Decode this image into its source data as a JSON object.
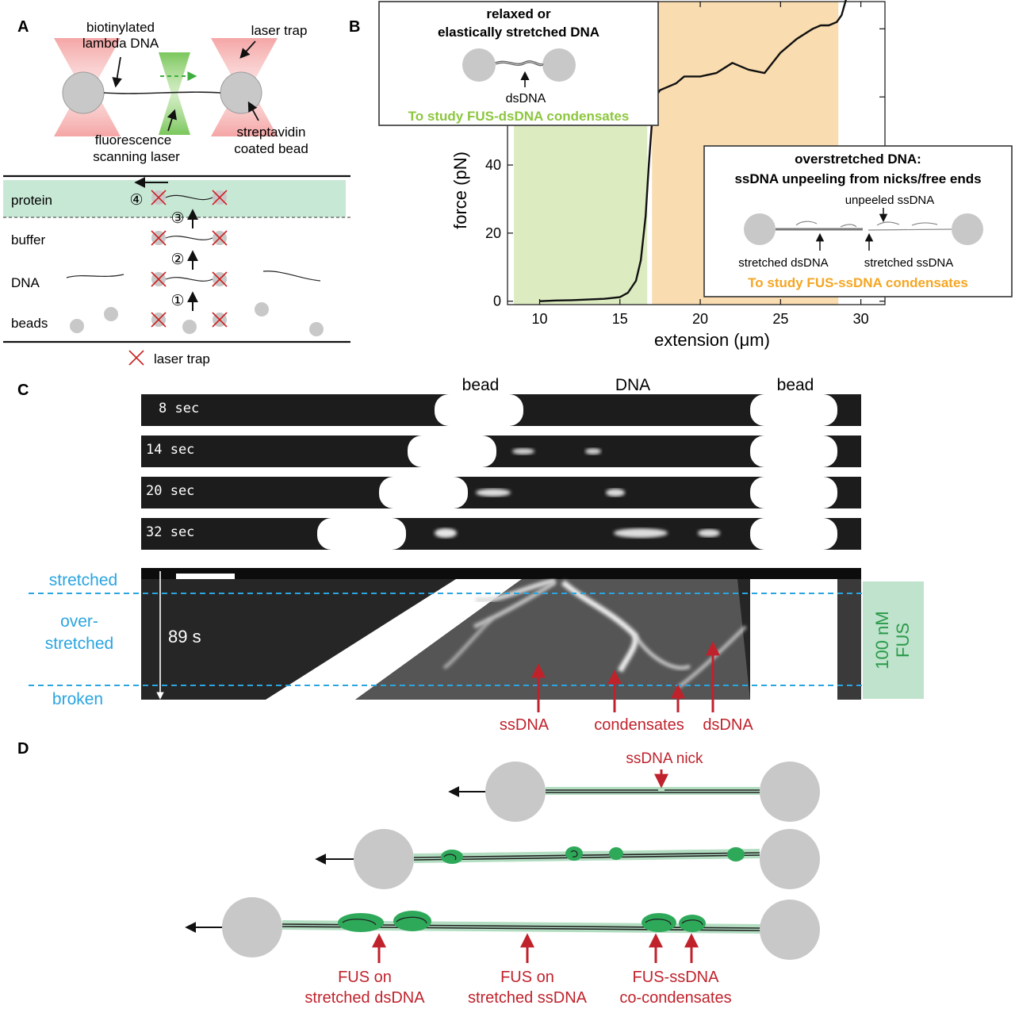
{
  "panels": {
    "A": {
      "letter": "A",
      "labels": {
        "biotin_line1": "biotinylated",
        "biotin_line2": "lambda DNA",
        "laser_trap": "laser trap",
        "fluor_line1": "fluorescence",
        "fluor_line2": "scanning laser",
        "strep_line1": "streptavidin",
        "strep_line2": "coated bead"
      },
      "channels": [
        "protein",
        "buffer",
        "DNA",
        "beads"
      ],
      "steps": [
        "④",
        "③",
        "②",
        "①"
      ],
      "legend": "laser trap",
      "colors": {
        "protein_channel": "#c8e8d6",
        "trap_x": "#cc2222",
        "laser_green": "#5cbf3c",
        "laser_red": "#f08c8c"
      }
    },
    "B": {
      "letter": "B",
      "box1": {
        "line1": "relaxed or",
        "line2": "elastically stretched DNA",
        "label": "dsDNA",
        "caption": "To study FUS-dsDNA condensates"
      },
      "box2": {
        "line1": "overstretched DNA:",
        "line2": "ssDNA unpeeling from nicks/free ends",
        "unpeeled": "unpeeled ssDNA",
        "stretched_ds": "stretched dsDNA",
        "stretched_ss": "stretched ssDNA",
        "caption": "To study FUS-ssDNA condensates"
      },
      "colors": {
        "green_region": "#dcebc0",
        "orange_region": "#f9dcb0",
        "green_text": "#8dc63f",
        "orange_text": "#f5a623"
      }
    },
    "C": {
      "letter": "C",
      "headers": [
        "bead",
        "DNA",
        "bead"
      ],
      "times": [
        "8 sec",
        "14 sec",
        "20 sec",
        "32 sec"
      ],
      "kymo": {
        "stretched": "stretched",
        "over1": "over-",
        "over2": "stretched",
        "broken": "broken",
        "time": "89 s",
        "fus_line1": "100 nM",
        "fus_line2": "FUS",
        "arrows": [
          "ssDNA",
          "condensates",
          "dsDNA"
        ]
      },
      "colors": {
        "dashed": "#2aa5e0",
        "fus_box": "#bfe3cc",
        "fus_text": "#2a9a4a",
        "arrow_red": "#c0222c"
      }
    },
    "D": {
      "letter": "D",
      "nick_label": "ssDNA nick",
      "labels": [
        {
          "line1": "FUS on",
          "line2": "stretched dsDNA"
        },
        {
          "line1": "FUS on",
          "line2": "stretched ssDNA"
        },
        {
          "line1": "FUS-ssDNA",
          "line2": "co-condensates"
        }
      ]
    }
  },
  "chart_data": {
    "type": "line",
    "title": "",
    "xlabel": "extension (μm)",
    "ylabel": "force (pN)",
    "xlim": [
      8,
      31.5
    ],
    "ylim": [
      -1,
      88
    ],
    "xticks": [
      10,
      15,
      20,
      25,
      30
    ],
    "yticks": [
      0,
      20,
      40,
      60
    ],
    "grid": false,
    "regions": [
      {
        "x0": 8.4,
        "x1": 16.7,
        "color": "#dcebc0"
      },
      {
        "x0": 17.0,
        "x1": 28.6,
        "color": "#f9dcb0"
      }
    ],
    "series": [
      {
        "x": [
          10,
          11,
          12,
          13,
          14,
          15,
          15.5,
          16,
          16.3,
          16.6,
          16.8,
          17.0,
          17.2,
          17.5,
          18,
          18.5,
          19,
          20,
          21,
          22,
          23,
          24,
          24.5,
          25,
          26,
          27,
          27.5,
          28,
          28.5,
          28.8,
          29.1,
          29.4,
          29.6,
          29.8
        ],
        "y": [
          0,
          0.2,
          0.3,
          0.5,
          0.7,
          1.2,
          2.5,
          6,
          12,
          25,
          40,
          53,
          60,
          62,
          63,
          64,
          66,
          66,
          67,
          70,
          68,
          67,
          70,
          73,
          77,
          80,
          81,
          81,
          82,
          84,
          89,
          98,
          107,
          112
        ]
      }
    ]
  }
}
